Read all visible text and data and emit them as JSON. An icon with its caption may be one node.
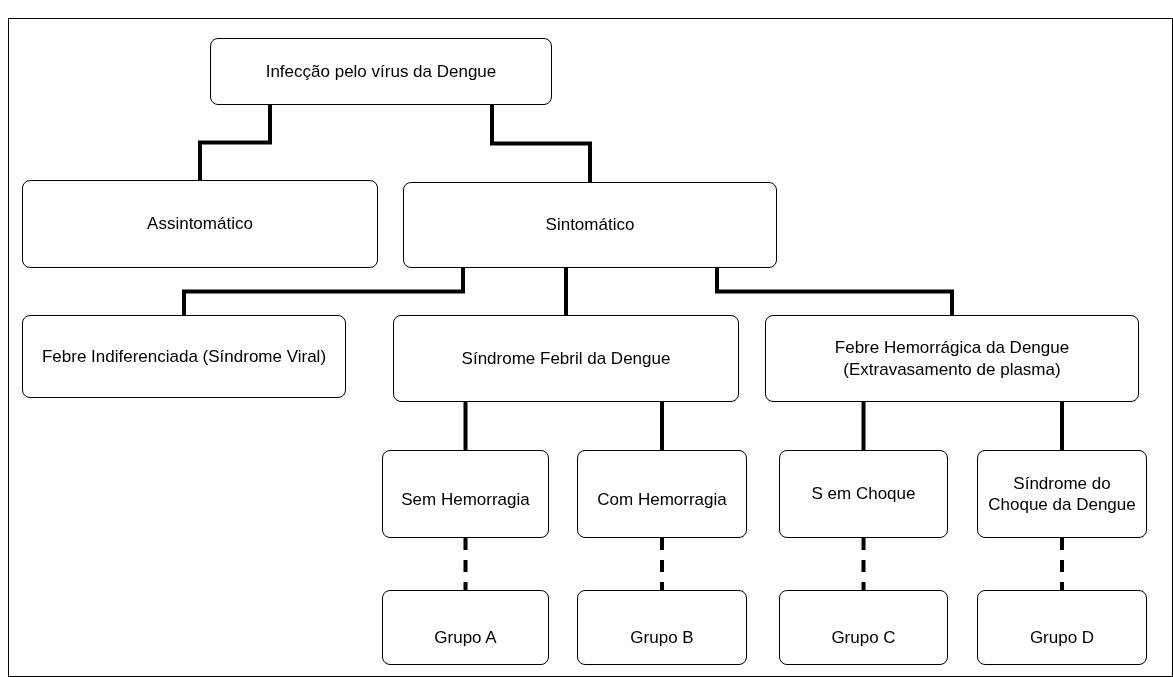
{
  "diagram": {
    "nodes": [
      {
        "text": [
          "Infecção pelo vírus da Dengue"
        ]
      },
      {
        "text": [
          "Assintomático"
        ]
      },
      {
        "text": [
          "Sintomático"
        ]
      },
      {
        "text": [
          "Febre Indiferenciada (Síndrome Viral)"
        ]
      },
      {
        "text": [
          "Síndrome Febril da Dengue"
        ]
      },
      {
        "text": [
          "Febre Hemorrágica da Dengue (Extravasamento de plasma)"
        ]
      },
      {
        "text": [
          "Sem Hemorragia"
        ]
      },
      {
        "text": [
          "Com Hemorragia"
        ]
      },
      {
        "text": [
          "S em Choque"
        ]
      },
      {
        "text": [
          "Síndrome do Choque da Dengue"
        ]
      },
      {
        "text": [
          "Grupo A"
        ]
      },
      {
        "text": [
          "Grupo B"
        ]
      },
      {
        "text": [
          "Grupo C"
        ]
      },
      {
        "text": [
          "Grupo D"
        ]
      }
    ],
    "edges": [
      {
        "from": 0,
        "to": 1,
        "arrow": "none"
      },
      {
        "from": 0,
        "to": 2,
        "arrow": "none"
      },
      {
        "from": 2,
        "to": 3,
        "arrow": "none"
      },
      {
        "from": 2,
        "to": 4,
        "arrow": "none"
      },
      {
        "from": 2,
        "to": 5,
        "arrow": "none"
      },
      {
        "from": 4,
        "to": 6,
        "arrow": "none"
      },
      {
        "from": 4,
        "to": 7,
        "arrow": "none"
      },
      {
        "from": 5,
        "to": 8,
        "arrow": "none"
      },
      {
        "from": 5,
        "to": 9,
        "arrow": "none"
      },
      {
        "from": 6,
        "to": 10,
        "arrow": "none",
        "style": "dashed"
      },
      {
        "from": 7,
        "to": 11,
        "arrow": "none",
        "style": "dashed"
      },
      {
        "from": 8,
        "to": 12,
        "arrow": "none",
        "style": "dashed"
      },
      {
        "from": 9,
        "to": 13,
        "arrow": "none",
        "style": "dashed"
      }
    ]
  }
}
